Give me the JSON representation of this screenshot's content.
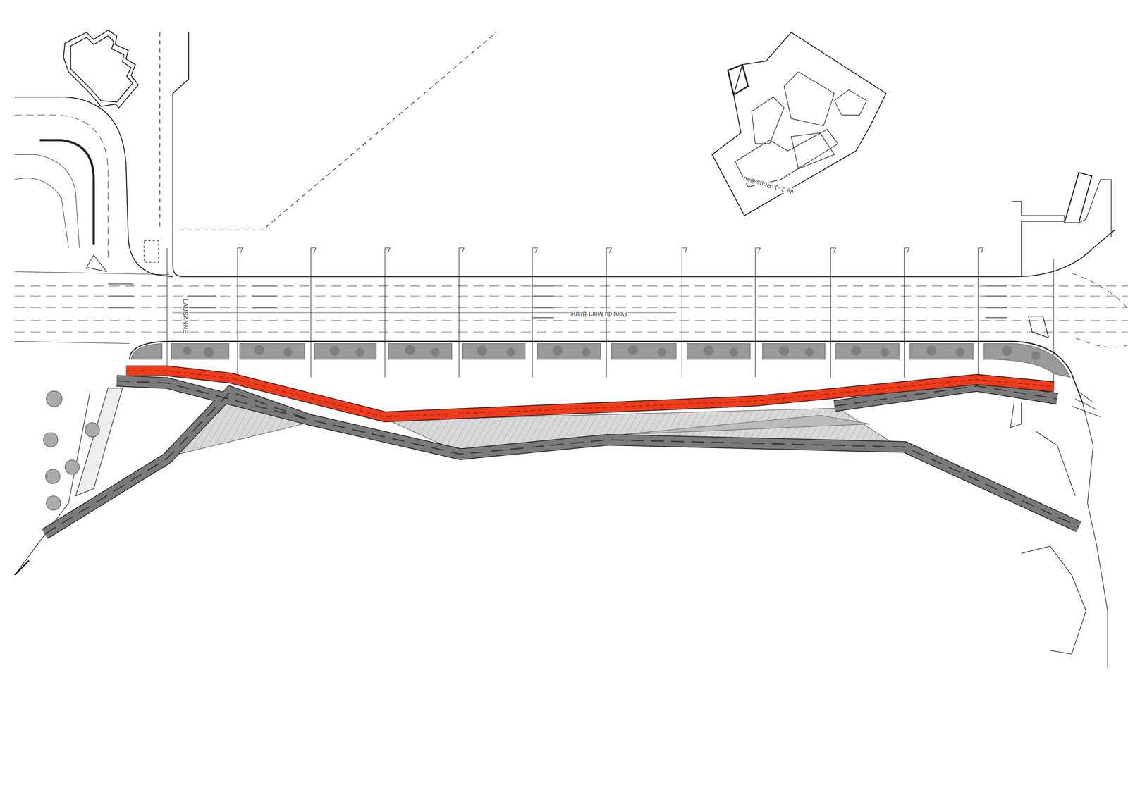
{
  "diagram": {
    "labels": [
      "LAUSANNE",
      "Pont du Mont-Blanc",
      "Ile J.-J.-Rousseau"
    ]
  }
}
